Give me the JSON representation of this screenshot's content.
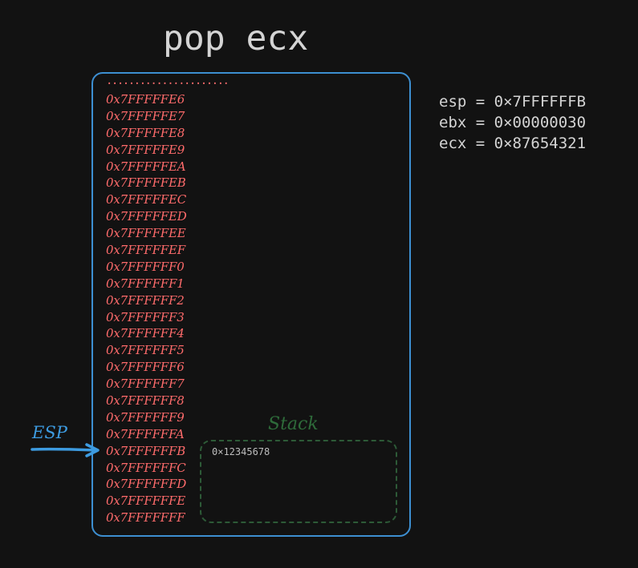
{
  "title": "pop ecx",
  "memory": {
    "ellipsis": "......................",
    "addresses": [
      "0x7FFFFFE6",
      "0x7FFFFFE7",
      "0x7FFFFFE8",
      "0x7FFFFFE9",
      "0x7FFFFFEA",
      "0x7FFFFFEB",
      "0x7FFFFFEC",
      "0x7FFFFFED",
      "0x7FFFFFEE",
      "0x7FFFFFEF",
      "0x7FFFFFF0",
      "0x7FFFFFF1",
      "0x7FFFFFF2",
      "0x7FFFFFF3",
      "0x7FFFFFF4",
      "0x7FFFFFF5",
      "0x7FFFFFF6",
      "0x7FFFFFF7",
      "0x7FFFFFF8",
      "0x7FFFFFF9",
      "0x7FFFFFFA",
      "0x7FFFFFFB",
      "0x7FFFFFFC",
      "0x7FFFFFFD",
      "0x7FFFFFFE",
      "0x7FFFFFFF"
    ]
  },
  "registers": {
    "esp": "esp = 0×7FFFFFFB",
    "ebx": "ebx = 0×00000030",
    "ecx": "ecx = 0×87654321"
  },
  "stack": {
    "label": "Stack",
    "value": "0×12345678"
  },
  "pointer": {
    "label": "ESP"
  },
  "colors": {
    "background": "#121212",
    "address_text": "#ff6b6b",
    "memory_border": "#3d8fd1",
    "stack_border": "#2d5a37",
    "stack_label": "#2e6b3a",
    "esp_pointer": "#3d9be0",
    "text": "#d4d4d4"
  }
}
